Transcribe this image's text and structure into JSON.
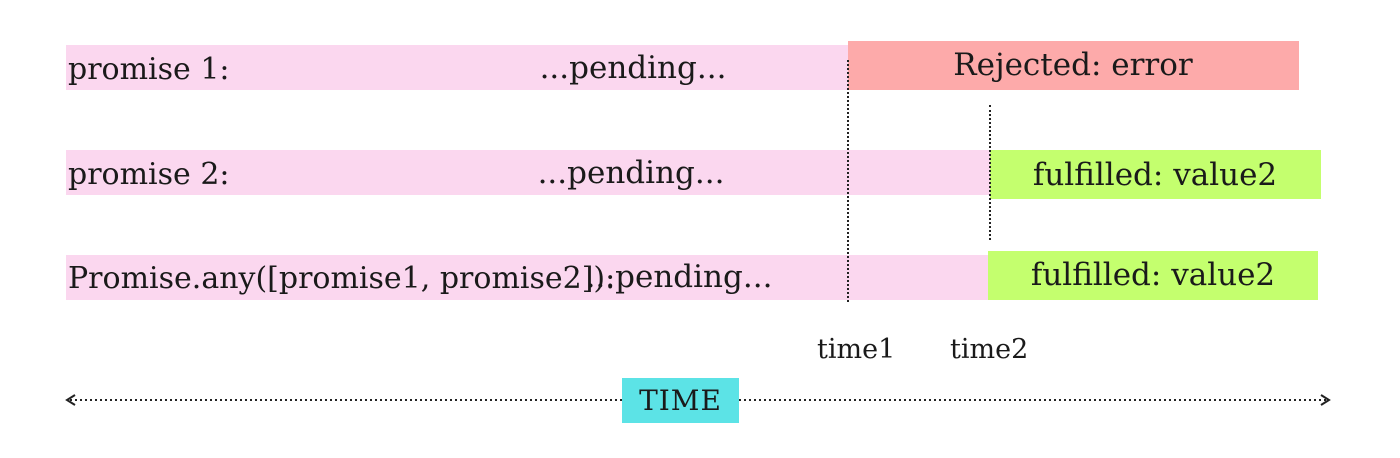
{
  "rows": [
    {
      "label": "promise 1:",
      "pending_text": "...pending...",
      "result_text": "Rejected: error"
    },
    {
      "label": "promise 2:",
      "pending_text": "...pending...",
      "result_text": "fulfilled: value2"
    },
    {
      "label": "Promise.any([promise1, promise2]):",
      "pending_text": "...pending...",
      "result_text": "fulfilled: value2"
    }
  ],
  "time_markers": {
    "time1": "time1",
    "time2": "time2"
  },
  "axis": {
    "label": "TIME"
  },
  "colors": {
    "pending": "#fbd7ef",
    "rejected": "#fdaaaa",
    "fulfilled": "#c4ff6e",
    "time_box": "#5ce3e6"
  }
}
